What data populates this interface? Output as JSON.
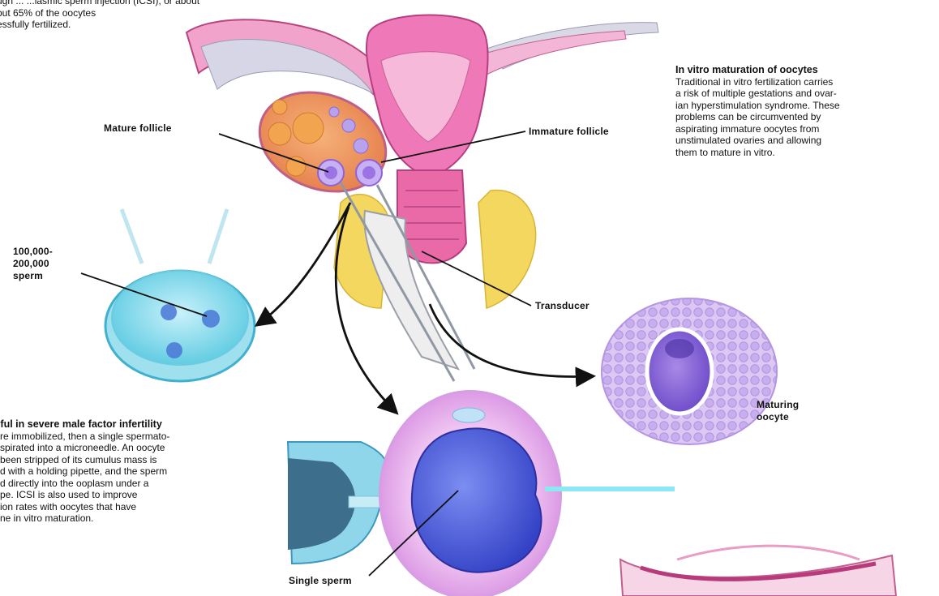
{
  "top_left_text": {
    "lines": [
      "ugh ... ...lasmic sperm injection (ICSI), or about",
      "but 65% of the oocytes",
      "essfully fertilized."
    ]
  },
  "ivm": {
    "heading": "In vitro maturation of oocytes",
    "lines": [
      "Traditional in vitro fertilization carries",
      "a risk of multiple gestations and ovar-",
      "ian hyperstimulation syndrome. These",
      "problems can be circumvented by",
      "aspirating immature oocytes from",
      "unstimulated ovaries and allowing",
      "them to mature in vitro."
    ]
  },
  "icsi": {
    "heading": "...ful in severe male factor infertility",
    "lines": [
      "...re immobilized, then a single spermato-",
      "...spirated into a microneedle. An oocyte",
      "...been stripped of its cumulus mass is",
      "...d with a holding pipette, and the sperm",
      "...d directly into the ooplasm under a",
      "...pe. ICSI is also used to improve",
      "...ion rates with oocytes that have",
      "...ne in vitro maturation."
    ]
  },
  "labels": {
    "mature_follicle": "Mature follicle",
    "immature_follicle": "Immature follicle",
    "sperm_count_1": "100,000-",
    "sperm_count_2": "200,000",
    "sperm_count_3": "sperm",
    "transducer": "Transducer",
    "maturing_1": "Maturing",
    "maturing_2": "oocyte",
    "single_sperm": "Single sperm"
  }
}
